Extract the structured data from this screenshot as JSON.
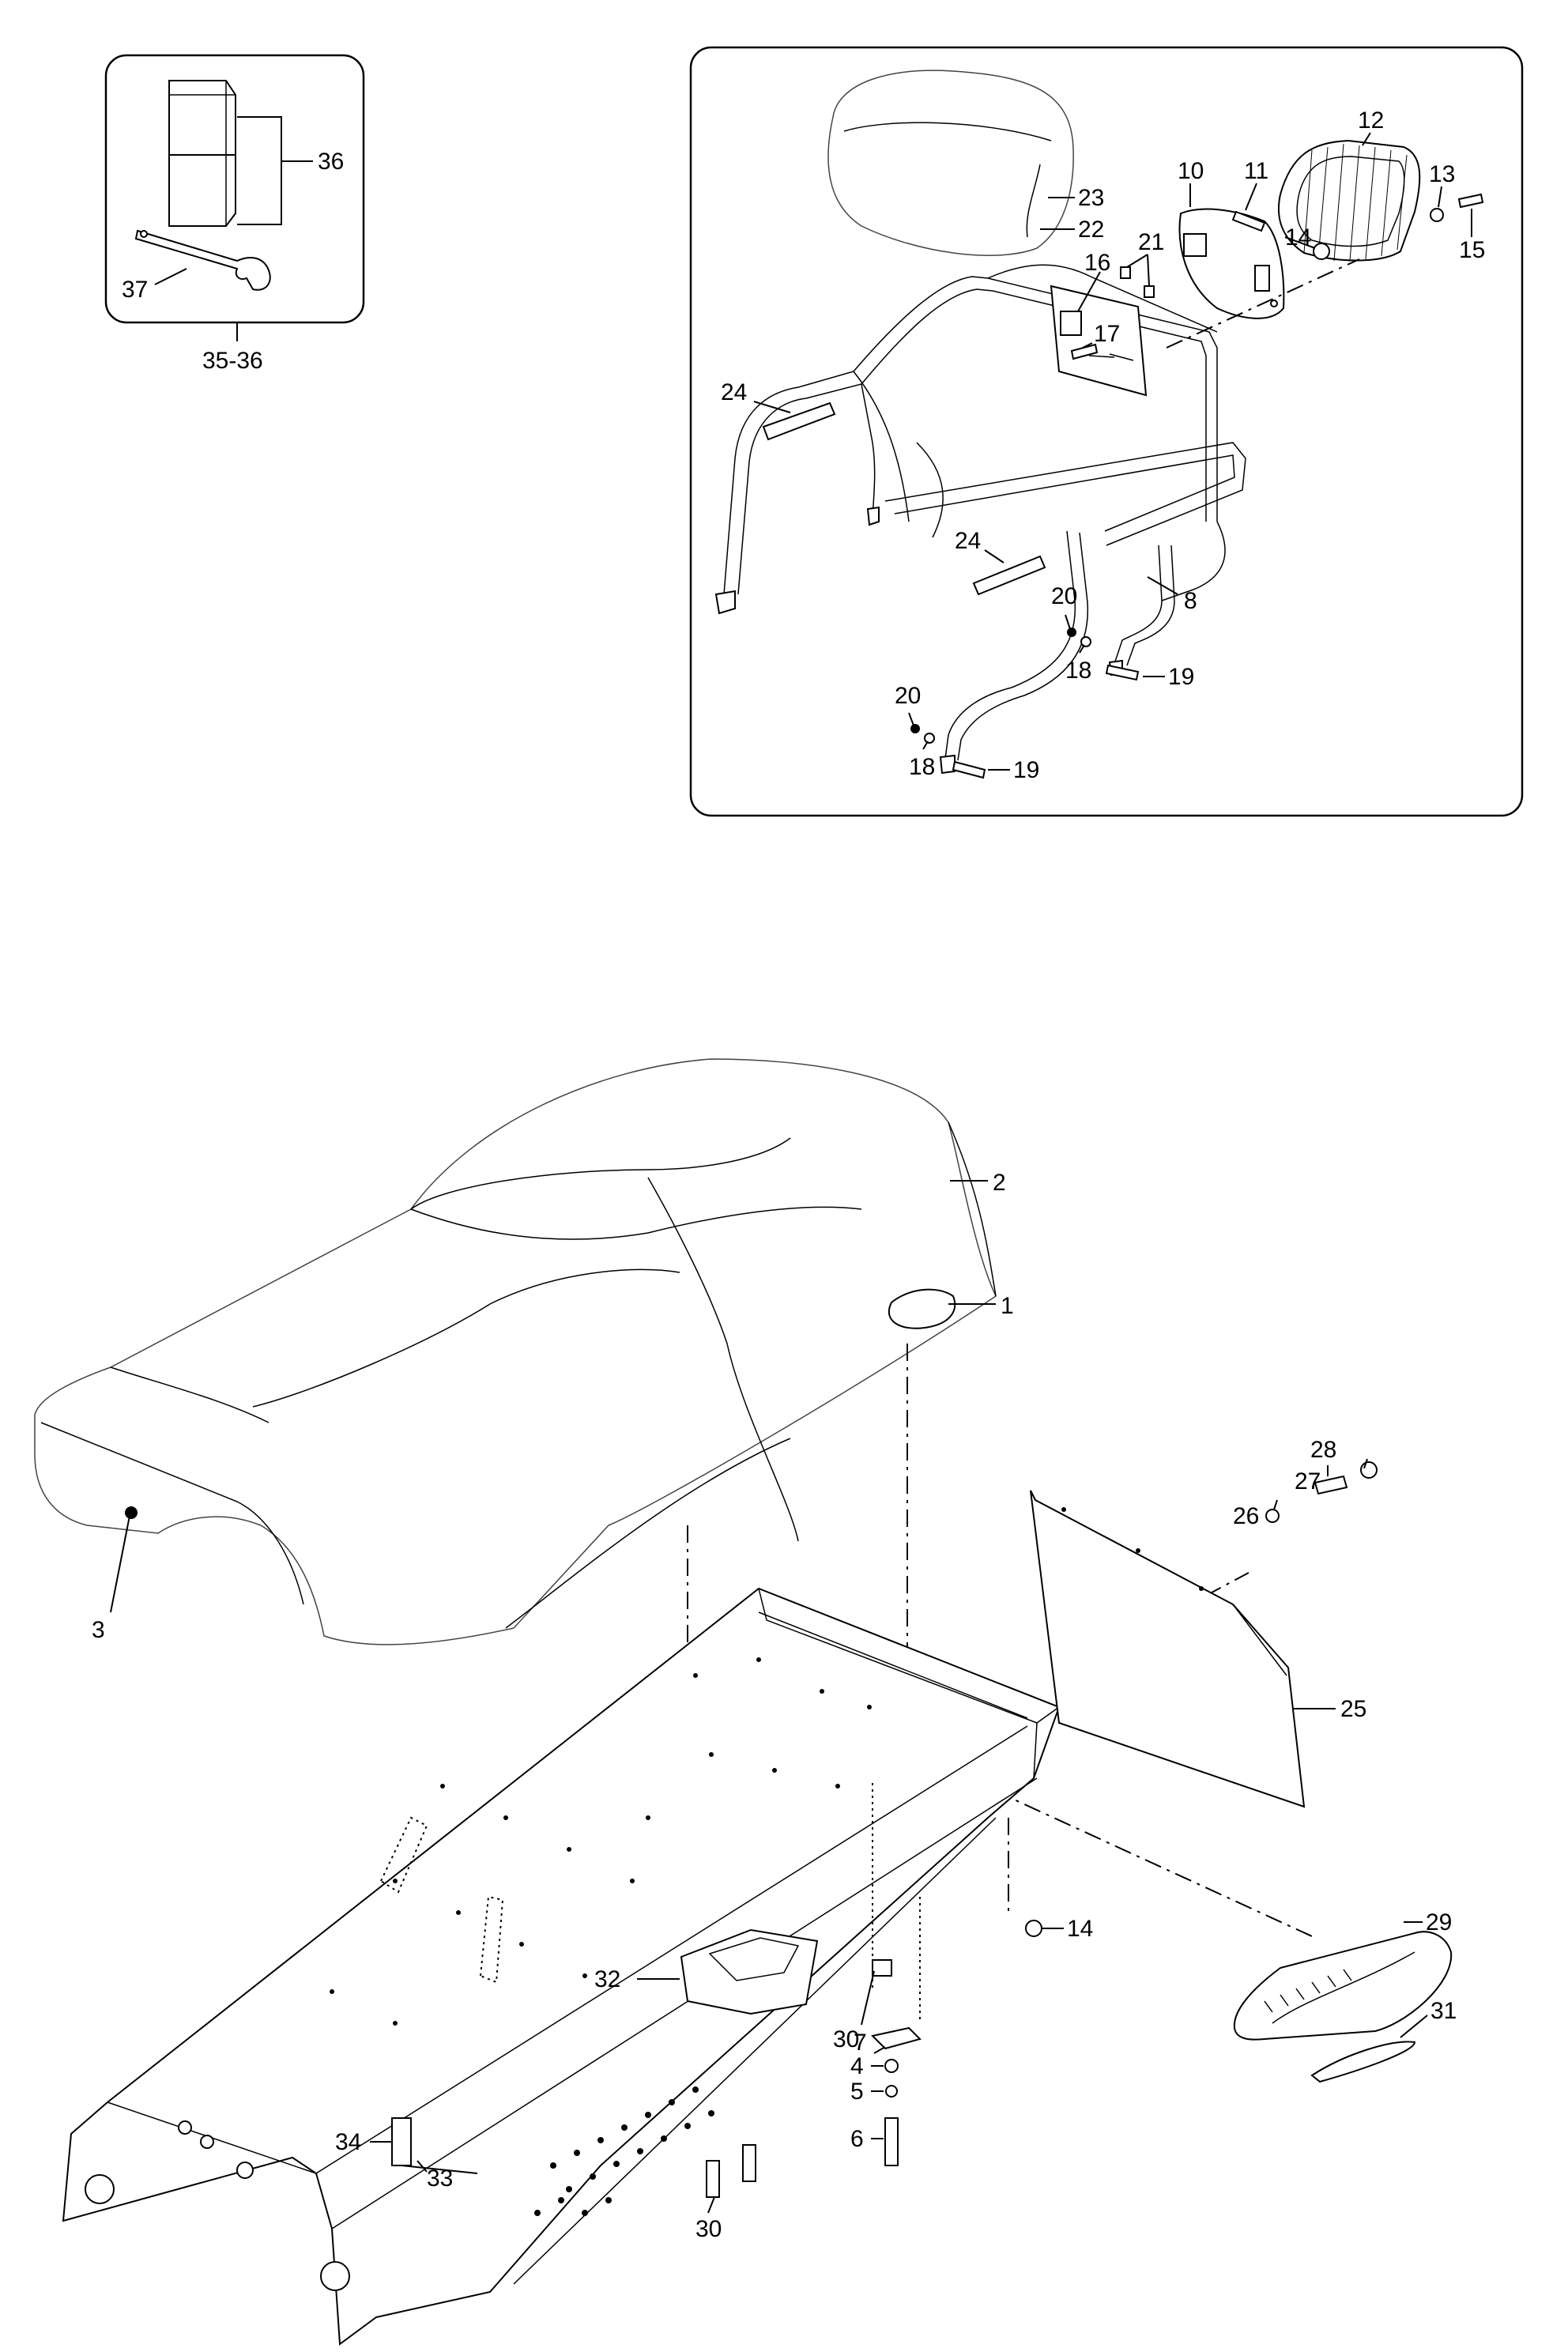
{
  "colors": {
    "line": "#000000",
    "background": "#ffffff"
  },
  "callouts": {
    "inset_kit": [
      "36",
      "37",
      "35-36"
    ],
    "accessory": [
      "23",
      "22",
      "12",
      "10",
      "11",
      "13",
      "15",
      "14",
      "21",
      "16",
      "17",
      "24",
      "24",
      "20",
      "18",
      "19",
      "8",
      "20",
      "18",
      "19"
    ],
    "main": [
      "2",
      "1",
      "3",
      "28",
      "27",
      "26",
      "25",
      "29",
      "31",
      "14",
      "32",
      "30",
      "7",
      "4",
      "5",
      "6",
      "34",
      "33",
      "30"
    ]
  }
}
